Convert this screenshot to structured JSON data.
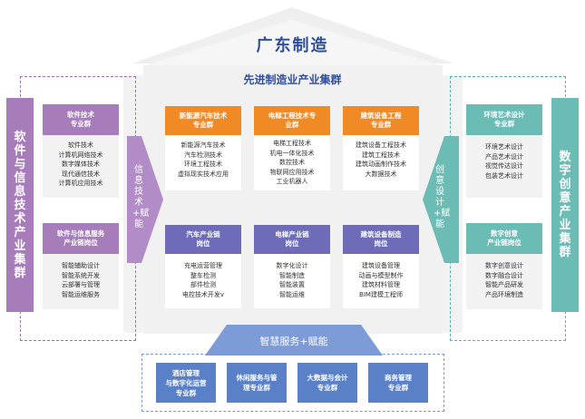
{
  "title": "广东制造",
  "subtitle": "先进制造业产业集群",
  "left_band": "软件与信息技术产业集群",
  "right_band": "数字创意产业集群",
  "left_arrow": "信息技术+赋能",
  "right_arrow": "创意设计+赋能",
  "bottom_arrow": "智慧服务+赋能",
  "left_cards": [
    {
      "header": [
        "软件技术",
        "专业群"
      ],
      "items": [
        "软件技术",
        "计算机网络技术",
        "数字媒体技术",
        "现代通信技术",
        "计算机应用技术"
      ]
    },
    {
      "header": [
        "软件与信息服务",
        "产业链岗位"
      ],
      "items": [
        "智能辅助设计",
        "智能系统开发",
        "云部署与管理",
        "智能运维服务"
      ]
    }
  ],
  "right_cards": [
    {
      "header": [
        "环境艺术设计",
        "专业群"
      ],
      "items": [
        "环境艺术设计",
        "产品艺术设计",
        "视觉传达设计",
        "包装艺术设计"
      ]
    },
    {
      "header": [
        "数字创意",
        "产业链岗位"
      ],
      "items": [
        "数字创意设计",
        "数字融合设计",
        "智能产品研发",
        "产品环境制造"
      ]
    }
  ],
  "center_top": [
    {
      "header": [
        "新能源汽车技术",
        "专业群"
      ],
      "items": [
        "新能源汽车技术",
        "汽车检测技术",
        "环境工程技术",
        "虚拟现实技术应用"
      ]
    },
    {
      "header": [
        "电梯工程技术专",
        "业群"
      ],
      "items": [
        "电梯工程技术",
        "机电一体化技术",
        "数控技术",
        "物联网应用技术",
        "工业机器人"
      ]
    },
    {
      "header": [
        "建筑设备工程",
        "专业群"
      ],
      "items": [
        "建筑设备工程技术",
        "建筑工程技术",
        "建筑动画制作技术",
        "大数据技术"
      ]
    }
  ],
  "center_bottom": [
    {
      "header": [
        "汽车产业链",
        "岗位"
      ],
      "items": [
        "充电运营管理",
        "整车检测",
        "部件检测",
        "电控技术开发v"
      ]
    },
    {
      "header": [
        "电梯产业链",
        "岗位"
      ],
      "items": [
        "数字化设计",
        "智能制造",
        "智能装置",
        "智能运维"
      ]
    },
    {
      "header": [
        "建筑设备制造",
        "岗位"
      ],
      "items": [
        "建筑设备管理",
        "动画与模型制作",
        "建筑材料管理",
        "BIM建模工程师"
      ]
    }
  ],
  "bottom_cards": [
    [
      "酒店管理",
      "与数字化运营",
      "专业群"
    ],
    [
      "休闲服务与管",
      "理专业群"
    ],
    [
      "大数据与会计",
      "专业群"
    ],
    [
      "商务管理",
      "专业群"
    ]
  ],
  "colors": {
    "navy": "#2f4f9a",
    "purple": "#a67cba",
    "orange": "#f08a24",
    "indigo": "#6e6cb8",
    "teal": "#6cbcb6",
    "blue": "#5a80c8"
  }
}
